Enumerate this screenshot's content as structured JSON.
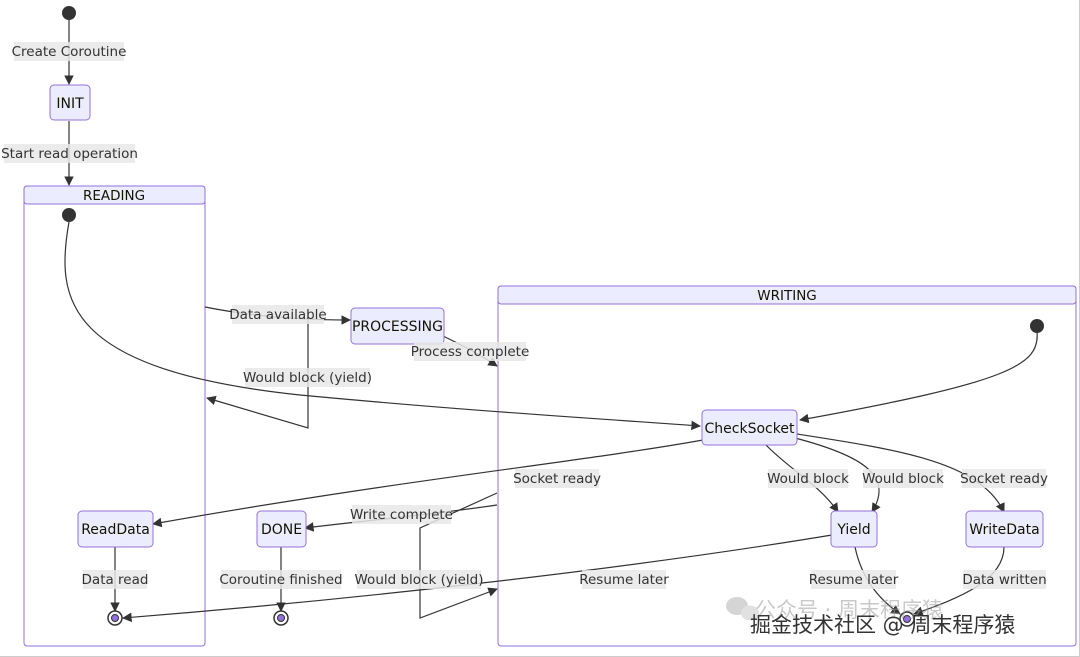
{
  "states": {
    "init": "INIT",
    "processing": "PROCESSING",
    "check_socket": "CheckSocket",
    "read_data": "ReadData",
    "done": "DONE",
    "yield": "Yield",
    "write_data": "WriteData"
  },
  "composites": {
    "reading": "READING",
    "writing": "WRITING"
  },
  "transitions": {
    "create_coroutine": "Create Coroutine",
    "start_read": "Start read operation",
    "data_available": "Data available",
    "process_complete": "Process complete",
    "would_block_yield_1": "Would block (yield)",
    "socket_ready_1": "Socket ready",
    "write_complete": "Write complete",
    "would_block_1": "Would block",
    "would_block_2": "Would block",
    "socket_ready_2": "Socket ready",
    "data_read": "Data read",
    "coroutine_finished": "Coroutine finished",
    "would_block_yield_2": "Would block (yield)",
    "resume_later_1": "Resume later",
    "resume_later_2": "Resume later",
    "data_written": "Data written"
  },
  "watermark": {
    "line1": "公众号 · 周末程序猿",
    "line2": "掘金技术社区 @ 周末程序猿"
  },
  "colors": {
    "state_fill": "#ECECFF",
    "state_stroke": "#9370DB",
    "edge": "#333333",
    "label_bg": "#e8e8e8"
  }
}
